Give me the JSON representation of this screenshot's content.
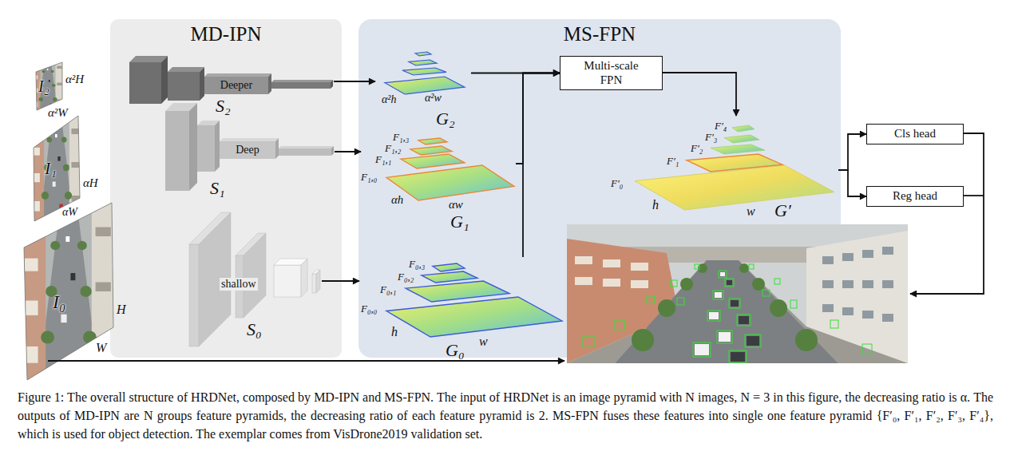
{
  "diagram": {
    "caption": "Figure 1: The overall structure of HRDNet, composed by MD-IPN and MS-FPN. The input of HRDNet is an image pyramid with N images, N = 3 in this figure, the decreasing ratio is α. The outputs of MD-IPN are N groups feature pyramids, the decreasing ratio of each feature pyramid is 2. MS-FPN fuses these features into single one feature pyramid {F′₀, F′₁, F′₂, F′₃, F′₄}, which is used for object detection. The exemplar comes from VisDrone2019 validation set.",
    "nodes": [
      {
        "text": [
          "I₂",
          "α²H",
          "α²W"
        ]
      },
      {
        "text": [
          "I₁",
          "αH",
          "αW"
        ]
      },
      {
        "text": [
          "I₀",
          "H",
          "W"
        ]
      },
      {
        "text": [
          "MD-IPN"
        ]
      },
      {
        "text": [
          "Deeper",
          "S₂"
        ],
        "in": 3
      },
      {
        "text": [
          "Deep",
          "S₁"
        ],
        "in": 3
      },
      {
        "text": [
          "shallow",
          "S₀"
        ],
        "in": 3
      },
      {
        "text": [
          "MS-FPN"
        ]
      },
      {
        "text": [
          "α²h",
          "α²w",
          "G₂"
        ],
        "in": 7
      },
      {
        "text": [
          "F₁,₃",
          "F₁,₂",
          "F₁,₁",
          "F₁,₀",
          "αh",
          "αw",
          "G₁"
        ],
        "in": 7
      },
      {
        "text": [
          "F₀,₃",
          "F₀,₂",
          "F₀,₁",
          "F₀,₀",
          "h",
          "w",
          "G₀"
        ],
        "in": 7
      },
      {
        "text": [
          "Multi-scale FPN"
        ],
        "in": 7
      },
      {
        "text": [
          "F′₄",
          "F′₃",
          "F′₂",
          "F′₁",
          "F′₀",
          "h",
          "w",
          "G′"
        ],
        "in": 7
      },
      {
        "text": [
          "Cls head"
        ]
      },
      {
        "text": [
          "Reg head"
        ]
      }
    ],
    "edges": [
      {
        "from": 4,
        "to": 8,
        "arrow": "to"
      },
      {
        "from": 5,
        "to": 9,
        "arrow": "to"
      },
      {
        "from": 6,
        "to": 10,
        "arrow": "to"
      },
      {
        "from": 8,
        "to": 11,
        "arrow": "to"
      },
      {
        "from": 9,
        "to": 11,
        "arrow": "to"
      },
      {
        "from": 10,
        "to": 11,
        "arrow": "to"
      },
      {
        "from": 11,
        "to": 12,
        "arrow": "to"
      },
      {
        "from": 12,
        "to": 13,
        "arrow": "to"
      },
      {
        "from": 12,
        "to": 14,
        "arrow": "to"
      }
    ]
  }
}
